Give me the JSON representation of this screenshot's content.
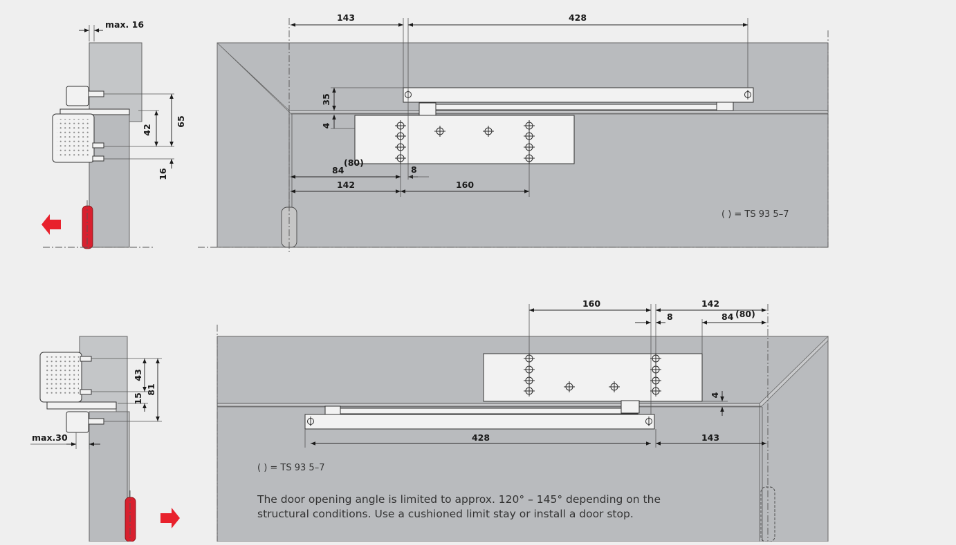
{
  "colors": {
    "background": "#efefef",
    "wall": "#b9bbbe",
    "hinge": "#d8202f",
    "arrow": "#e8212c"
  },
  "top_view": {
    "side_max": "max. 16",
    "side_35": "35",
    "side_4": "4",
    "side_42": "42",
    "side_65": "65",
    "side_16": "16",
    "dim_143": "143",
    "dim_428": "428",
    "dim_84": "84",
    "dim_80": "(80)",
    "dim_8": "8",
    "dim_142": "142",
    "dim_160": "160",
    "legend": "(  ) = TS 93 5–7"
  },
  "bottom_view": {
    "side_43": "43",
    "side_15": "15",
    "side_81": "81",
    "side_max": "max.30",
    "dim_160": "160",
    "dim_142": "142",
    "dim_8": "8",
    "dim_84": "84",
    "dim_80": "(80)",
    "dim_4": "4",
    "dim_428": "428",
    "dim_143": "143",
    "legend": "(  ) = TS 93 5–7",
    "note_line1": "The door opening angle is limited to approx. 120° – 145° depending on the",
    "note_line2": "structural conditions. Use a cushioned limit stay or install a door stop."
  }
}
